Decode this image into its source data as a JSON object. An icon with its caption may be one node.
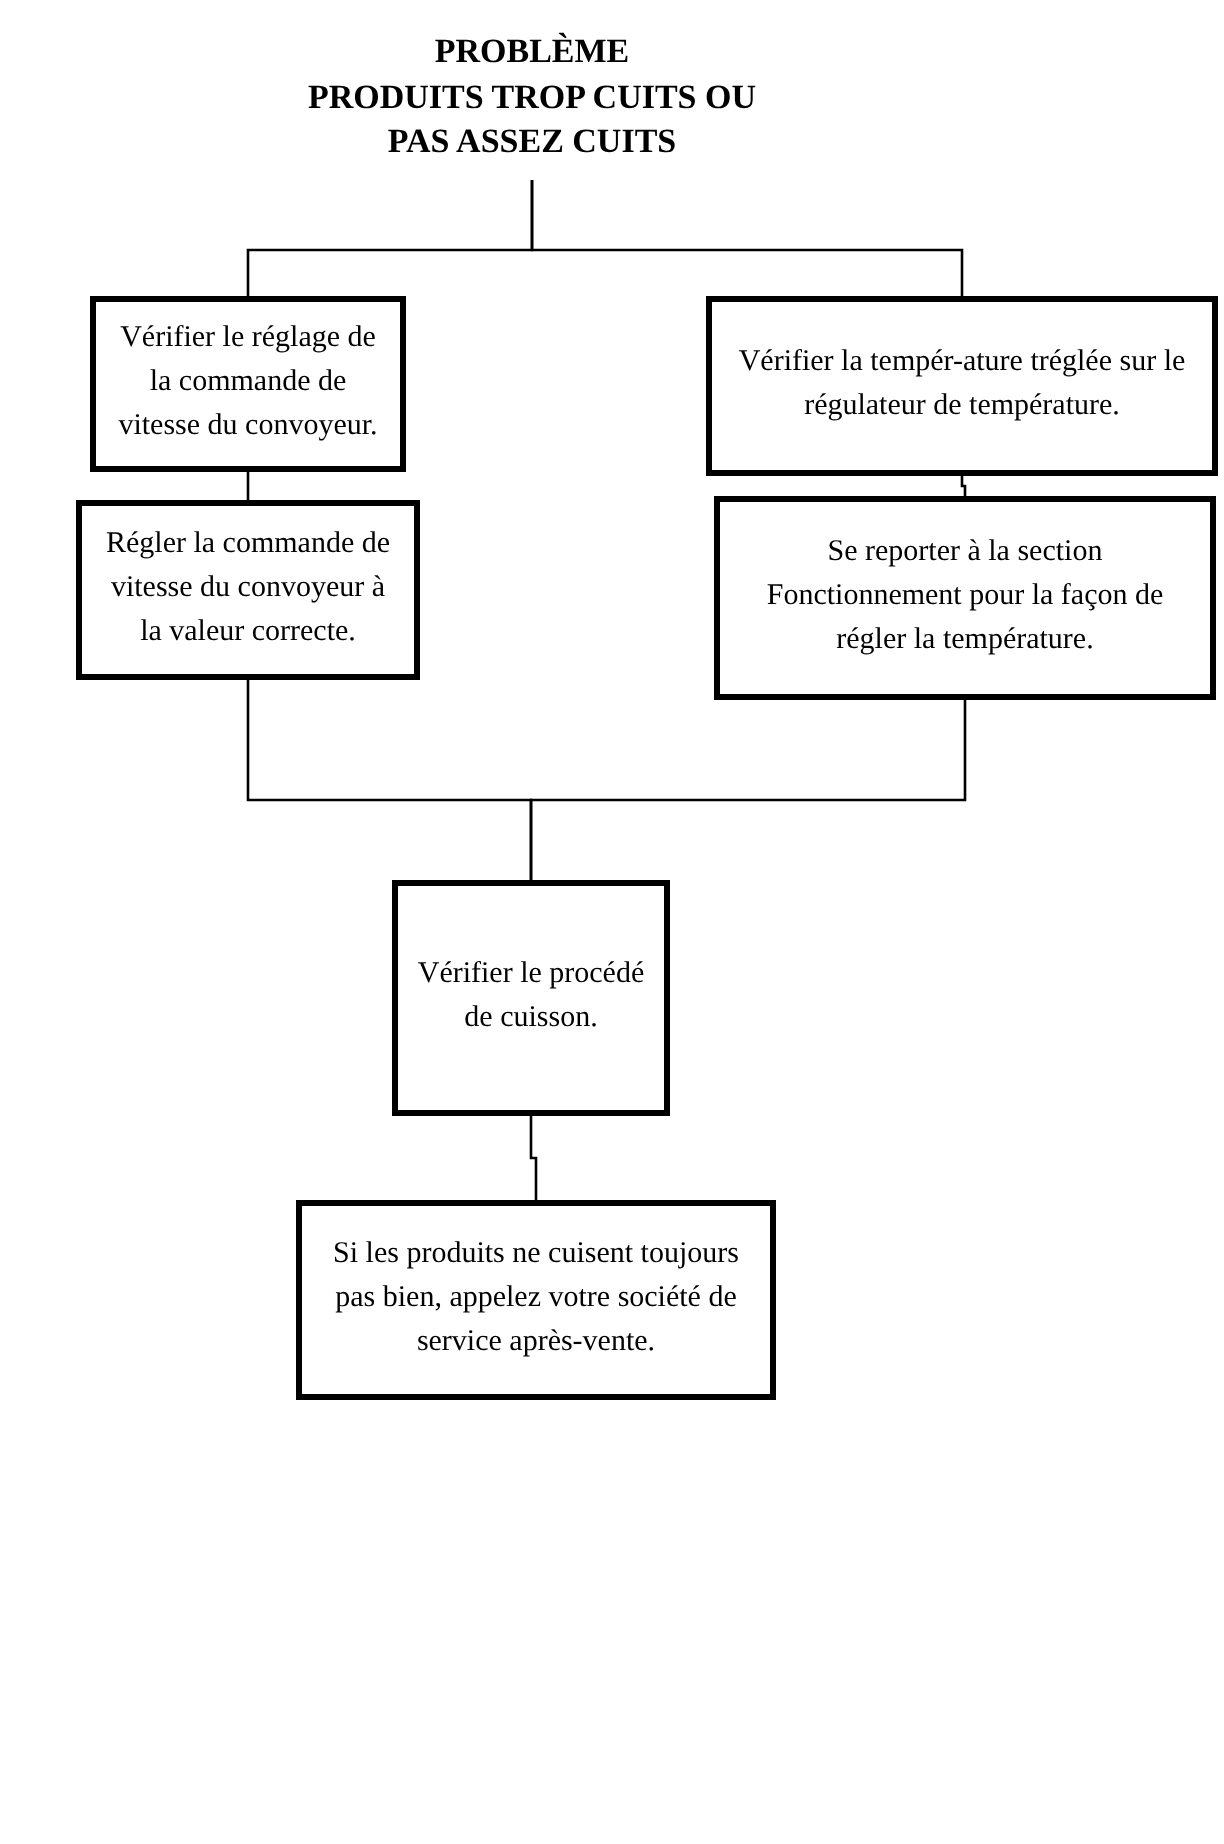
{
  "diagram": {
    "nodes": [
      {
        "text": [
          "PROBLÈME",
          "PRODUITS TROP CUITS OU PAS ASSEZ CUITS"
        ]
      },
      {
        "text": [
          "Vérifier le réglage de la commande de vitesse du convoyeur."
        ]
      },
      {
        "text": [
          "Vérifier la tempér-ature tréglée sur le régulateur de température."
        ]
      },
      {
        "text": [
          "Régler la commande de vitesse du convoyeur à la valeur correcte."
        ]
      },
      {
        "text": [
          "Se reporter à la section Fonctionnement pour la façon de régler la température."
        ]
      },
      {
        "text": [
          "Vérifier le procédé de cuisson."
        ]
      },
      {
        "text": [
          "Si les produits ne cuisent toujours pas bien, appelez votre société de service après-vente."
        ]
      }
    ],
    "edges": [
      {
        "from": 0,
        "to": 1,
        "arrow": "none"
      },
      {
        "from": 0,
        "to": 2,
        "arrow": "none"
      },
      {
        "from": 1,
        "to": 3,
        "arrow": "none"
      },
      {
        "from": 2,
        "to": 4,
        "arrow": "none"
      },
      {
        "from": 3,
        "to": 5,
        "arrow": "none"
      },
      {
        "from": 4,
        "to": 5,
        "arrow": "none"
      },
      {
        "from": 5,
        "to": 6,
        "arrow": "none"
      }
    ]
  }
}
